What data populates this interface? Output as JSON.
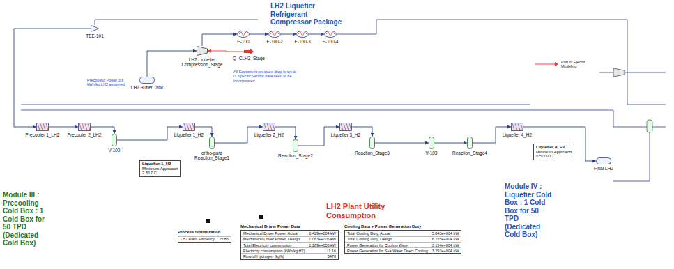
{
  "diagram": {
    "title": "LH2 Liquefier Refrigerant Compressor Package",
    "nodes": [
      {
        "text": [
          "TEE-101"
        ]
      },
      {
        "text": [
          "LH2 Liquefier Compression_Stage"
        ]
      },
      {
        "text": [
          "E-100"
        ]
      },
      {
        "text": [
          "E-100-2"
        ]
      },
      {
        "text": [
          "E-100-3"
        ]
      },
      {
        "text": [
          "E-100-4"
        ]
      },
      {
        "text": [
          "Q_CLH2_Stage"
        ]
      },
      {
        "text": [
          "LH2 Buffer Tank"
        ]
      },
      {
        "text": [
          "Precooler 1_LH2"
        ]
      },
      {
        "text": [
          "Precooler 2_LH2"
        ]
      },
      {
        "text": [
          "V-100"
        ]
      },
      {
        "text": [
          "Liquefier 1_H2"
        ]
      },
      {
        "text": [
          "ortho-para Reaction_Stage1"
        ]
      },
      {
        "text": [
          "Liquefier 2_H2"
        ]
      },
      {
        "text": [
          "Reaction_Stage2"
        ]
      },
      {
        "text": [
          "Liquefier 3_H2"
        ]
      },
      {
        "text": [
          "Reaction_Stage3"
        ]
      },
      {
        "text": [
          "V-103"
        ]
      },
      {
        "text": [
          "Reaction_Stage4"
        ]
      },
      {
        "text": [
          "Liquefier 4_H2"
        ]
      },
      {
        "text": [
          "Final LH2"
        ]
      },
      {
        "text": [
          "Liquefier 1_H2",
          "Minimum Approach",
          "2.517 C"
        ]
      },
      {
        "text": [
          "Liquefier 4_H2",
          "Minimum Approach",
          "0.5000 C"
        ]
      },
      {
        "text": [
          "Process Optimization",
          "LH2 Plant Efficiency",
          "25.86"
        ]
      },
      {
        "text": [
          "Mechanical Driver Power Data",
          "Mechanical Driver Power, Actual",
          "6.429e+004 kW",
          "Mechanical Driver Power, Design",
          "1.063e+005 kW",
          "Total Electricity consumption",
          "1.289e+005 kW",
          "Electricity consumption (kWh/kg H2)",
          "11.16",
          "Flow of Hydrogen (kg/h)",
          "3470"
        ]
      },
      {
        "text": [
          "Cooling Data + Power Generation Duty",
          "Total Cooling Duty, Actual",
          "5.843e+004 kW",
          "Total Cooling Duty, Design",
          "6.155e+004 kW",
          "Power Generation for Cooling Water",
          "3.154e+004 kW",
          "Power Generation for Sea Water Direct Cooling",
          "3.293e+004 kW"
        ]
      }
    ],
    "edges": [
      {
        "from": 0,
        "to": 8,
        "arrow": "to"
      },
      {
        "from": 8,
        "to": 9,
        "arrow": "to"
      },
      {
        "from": 9,
        "to": 10,
        "arrow": "to"
      },
      {
        "from": 10,
        "to": 11,
        "arrow": "to"
      },
      {
        "from": 11,
        "to": 12,
        "arrow": "to"
      },
      {
        "from": 12,
        "to": 13,
        "arrow": "to"
      },
      {
        "from": 13,
        "to": 14,
        "arrow": "to"
      },
      {
        "from": 14,
        "to": 15,
        "arrow": "to"
      },
      {
        "from": 15,
        "to": 16,
        "arrow": "to"
      },
      {
        "from": 16,
        "to": 17,
        "arrow": "to"
      },
      {
        "from": 17,
        "to": 18,
        "arrow": "to"
      },
      {
        "from": 18,
        "to": 19,
        "arrow": "to"
      },
      {
        "from": 19,
        "to": 20,
        "arrow": "to"
      },
      {
        "from": 7,
        "to": 1,
        "arrow": "to"
      },
      {
        "from": 1,
        "to": 2,
        "arrow": "to"
      },
      {
        "from": 6,
        "to": 1,
        "arrow": "to"
      },
      {
        "from": 2,
        "to": 3,
        "arrow": "to"
      },
      {
        "from": 3,
        "to": 4,
        "arrow": "to"
      },
      {
        "from": 4,
        "to": 5,
        "arrow": "to"
      }
    ],
    "labels": [
      "Precooling Power 3.6 kWh/kg LH2 assumed",
      "All Equipment pressure drop is set to 0. Specific vendor data need to be incorporated",
      "Part of Ejector Modeling",
      "LH2 Plant Utility Consumption",
      "Module III : Precooling Cold Box : 1 Cold Box for 50 TPD (Dedicated Cold Box)",
      "Module IV : Liquefier Cold Box : 1 Cold Box for 50 TPD (Dedicated Cold Box)"
    ]
  }
}
